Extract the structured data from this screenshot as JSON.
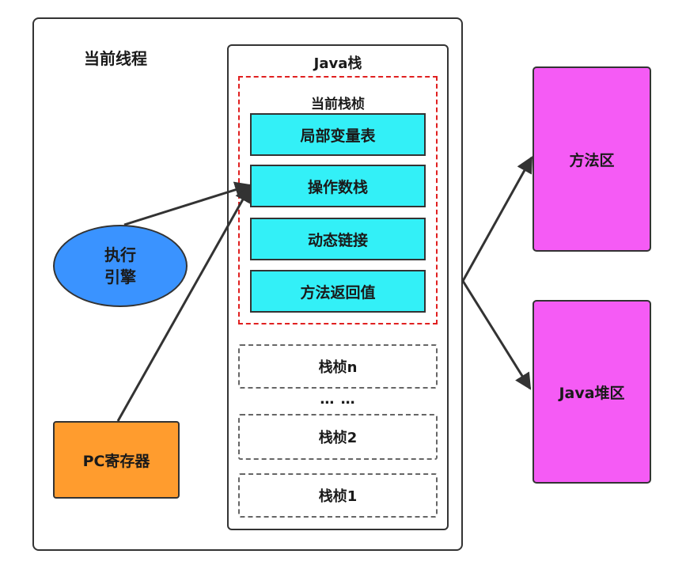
{
  "thread": {
    "label": "当前线程"
  },
  "java_stack": {
    "label": "Java栈",
    "current_frame": {
      "label": "当前栈桢",
      "parts": [
        "局部变量表",
        "操作数栈",
        "动态链接",
        "方法返回值"
      ]
    },
    "frame_n": "栈桢n",
    "ellipsis": "… …",
    "frame_2": "栈桢2",
    "frame_1": "栈桢1"
  },
  "execution_engine": {
    "line1": "执行",
    "line2": "引擎"
  },
  "pc_register": "PC寄存器",
  "method_area": "方法区",
  "java_heap": "Java堆区",
  "colors": {
    "cyan": "#33f0f7",
    "magenta": "#f55bf5",
    "engine_blue": "#3a93ff",
    "pc_orange": "#ff9c2e",
    "frame_border_red": "#e02020",
    "line": "#333333"
  }
}
